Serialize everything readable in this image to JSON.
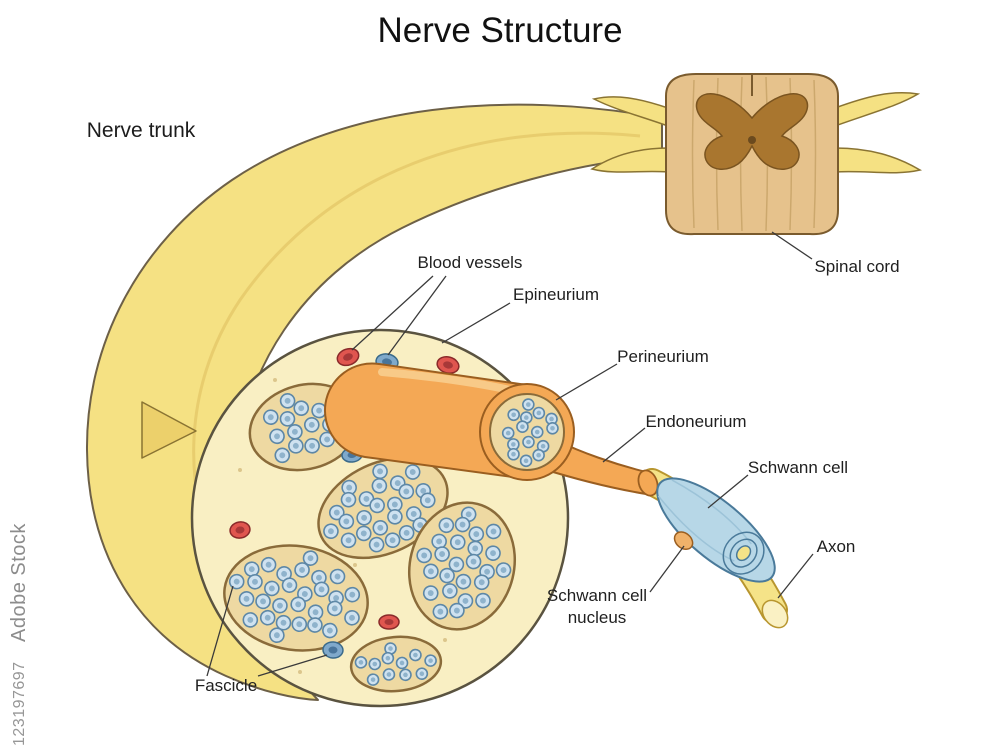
{
  "title": "Nerve Structure",
  "labels": {
    "nerve_trunk": "Nerve trunk",
    "spinal_cord": "Spinal cord",
    "blood_vessels": "Blood vessels",
    "epineurium": "Epineurium",
    "perineurium": "Perineurium",
    "endoneurium": "Endoneurium",
    "schwann_cell": "Schwann cell",
    "axon": "Axon",
    "schwann_cell_nucleus_line1": "Schwann cell",
    "schwann_cell_nucleus_line2": "nucleus",
    "fascicle": "Fascicle"
  },
  "watermark": {
    "brand": "Adobe Stock",
    "id": "123197697"
  },
  "colors": {
    "nerve_yellow": "#f5e183",
    "cross_section_bg": "#f9efc3",
    "fascicle_tan": "#eed9a2",
    "axon_fill": "#cfe2f0",
    "axon_ring": "#5d87a6",
    "axon_core": "#8fb3cc",
    "perineurium_orange": "#f4a855",
    "schwann_blue": "#b7d7e7",
    "vessel_red": "#e0564f",
    "vessel_red_core": "#a83838",
    "vessel_blue": "#7fa9cb",
    "vessel_blue_core": "#49759b",
    "spinal_tan": "#e6c28c",
    "gray_matter": "#a9762f",
    "axon_yellow": "#f5e388"
  }
}
